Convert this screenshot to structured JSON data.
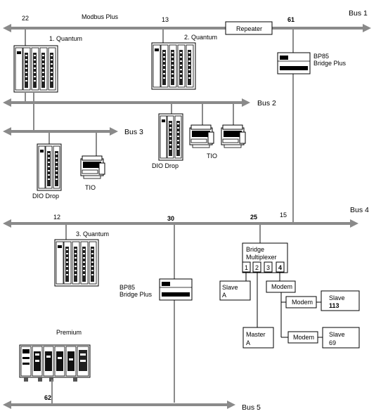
{
  "buses": {
    "bus1": "Bus 1",
    "bus2": "Bus 2",
    "bus3": "Bus 3",
    "bus4": "Bus 4",
    "bus5": "Bus 5"
  },
  "labels": {
    "modbus_plus": "Modbus Plus",
    "repeater": "Repeater",
    "quantum1": "1. Quantum",
    "quantum2": "2. Quantum",
    "quantum3": "3. Quantum",
    "bp85_top_line1": "BP85",
    "bp85_top_line2": "Bridge Plus",
    "bp85_mid_line1": "BP85",
    "bp85_mid_line2": "Bridge Plus",
    "dio_drop_left": "DIO Drop",
    "dio_drop_mid": "DIO Drop",
    "tio_left": "TIO",
    "tio_mid": "TIO",
    "bridge_mux_line1": "Bridge",
    "bridge_mux_line2": "Multiplexer",
    "port1": "1",
    "port2": "2",
    "port3": "3",
    "port4": "4",
    "slave_a_line1": "Slave",
    "slave_a_line2": "A",
    "master_a_line1": "Master",
    "master_a_line2": "A",
    "modem_main": "Modem",
    "modem_1": "Modem",
    "modem_2": "Modem",
    "slave113_line1": "Slave",
    "slave113_line2": "113",
    "slave69_line1": "Slave",
    "slave69_line2": "69",
    "premium": "Premium"
  },
  "addresses": {
    "a22": "22",
    "a13": "13",
    "a61": "61",
    "a12": "12",
    "a30": "30",
    "a25": "25",
    "a15": "15",
    "a62": "62"
  }
}
